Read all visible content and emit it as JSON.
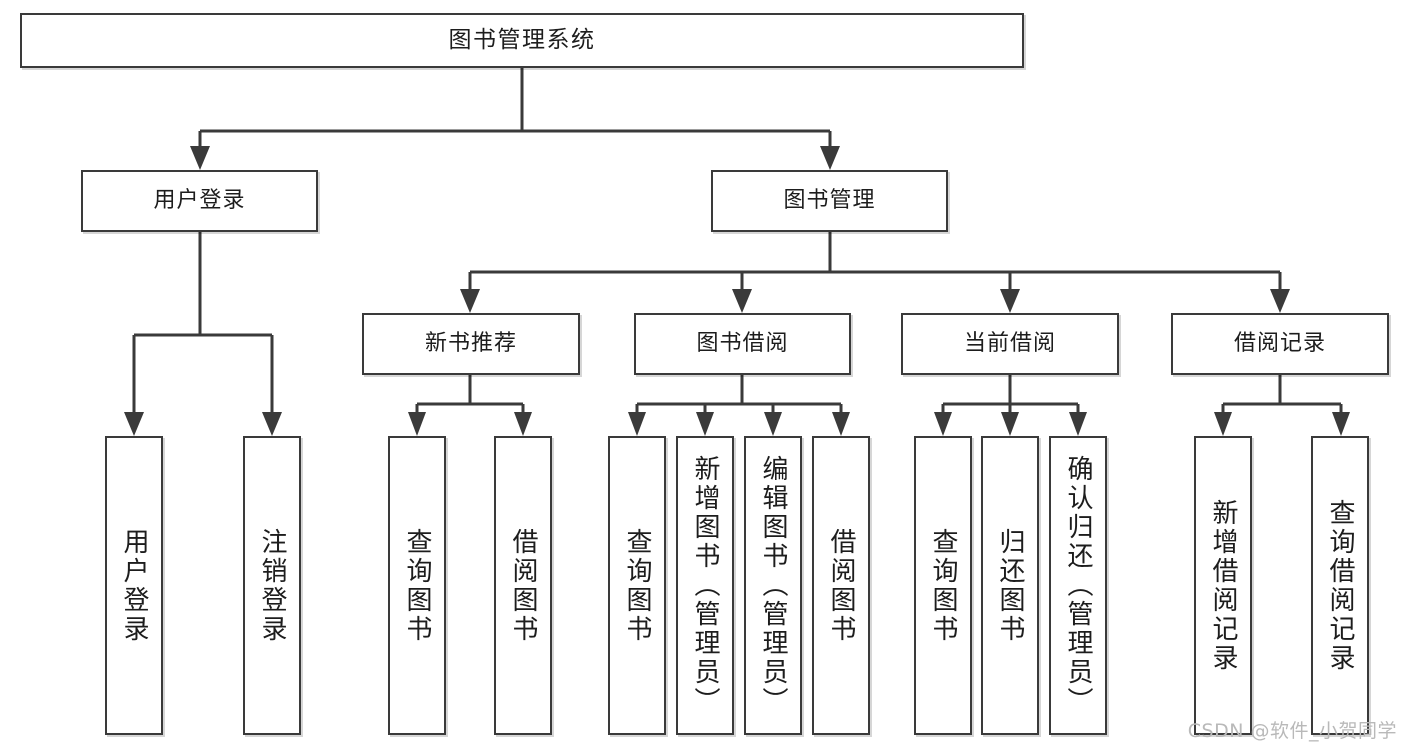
{
  "diagram": {
    "title": "图书管理系统",
    "type": "tree",
    "watermark": "CSDN @软件_小贺同学",
    "colors": {
      "box_border": "#3a3a3a",
      "box_fill": "#ffffff",
      "connector": "#3a3a3a",
      "text": "#1d1d1d",
      "watermark": "#b9b9b9",
      "background": "#ffffff"
    },
    "levels": {
      "root": {
        "label": "图书管理系统"
      },
      "level1": [
        {
          "label": "用户登录"
        },
        {
          "label": "图书管理"
        }
      ],
      "level2": [
        {
          "label": "新书推荐"
        },
        {
          "label": "图书借阅"
        },
        {
          "label": "当前借阅"
        },
        {
          "label": "借阅记录"
        }
      ]
    },
    "leaves": {
      "user_login": [
        {
          "label": "用户登录"
        },
        {
          "label": "注销登录"
        }
      ],
      "new_book_recommend": [
        {
          "label": "查询图书"
        },
        {
          "label": "借阅图书"
        }
      ],
      "book_borrow": [
        {
          "label": "查询图书"
        },
        {
          "label": "新增图书（管理员）"
        },
        {
          "label": "编辑图书（管理员）"
        },
        {
          "label": "借阅图书"
        }
      ],
      "current_borrow": [
        {
          "label": "查询图书"
        },
        {
          "label": "归还图书"
        },
        {
          "label": "确认归还（管理员）"
        }
      ],
      "borrow_record": [
        {
          "label": "新增借阅记录"
        },
        {
          "label": "查询借阅记录"
        }
      ]
    }
  }
}
